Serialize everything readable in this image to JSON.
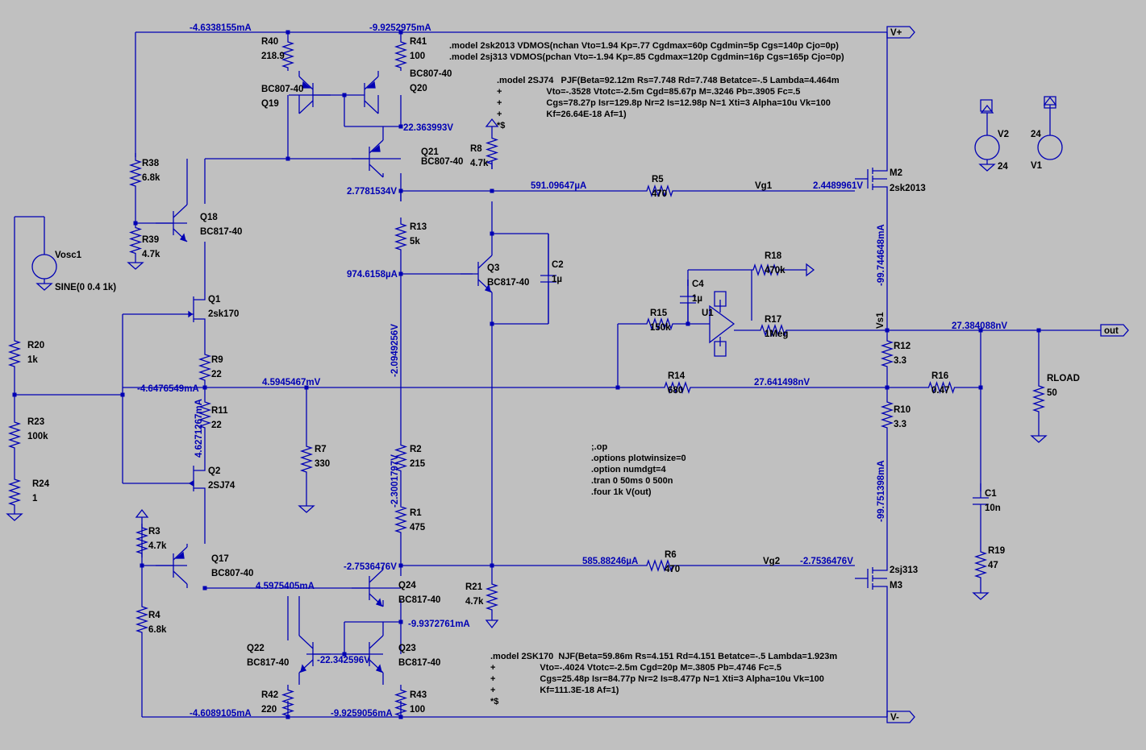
{
  "labels": {
    "vplus": "V+",
    "vminus": "V-",
    "out": "out",
    "vg1": "Vg1",
    "vg2": "Vg2",
    "vs1": "Vs1"
  },
  "components": [
    {
      "ref": "R40",
      "value": "218.9"
    },
    {
      "ref": "R41",
      "value": "100"
    },
    {
      "ref": "Q19",
      "value": "BC807-40"
    },
    {
      "ref": "Q20",
      "value": "BC807-40"
    },
    {
      "ref": "Q21",
      "value": "BC807-40"
    },
    {
      "ref": "R38",
      "value": "6.8k"
    },
    {
      "ref": "R39",
      "value": "4.7k"
    },
    {
      "ref": "Q18",
      "value": "BC817-40"
    },
    {
      "ref": "R8",
      "value": "4.7k"
    },
    {
      "ref": "R5",
      "value": "470"
    },
    {
      "ref": "M2",
      "value": "2sk2013"
    },
    {
      "ref": "V2",
      "value": "24"
    },
    {
      "ref": "V1",
      "value": "24"
    },
    {
      "ref": "Vosc1",
      "value": "SINE(0 0.4 1k)"
    },
    {
      "ref": "R13",
      "value": "5k"
    },
    {
      "ref": "Q3",
      "value": "BC817-40"
    },
    {
      "ref": "C2",
      "value": "1µ"
    },
    {
      "ref": "R18",
      "value": "470k"
    },
    {
      "ref": "C4",
      "value": "1µ"
    },
    {
      "ref": "U1",
      "value": ""
    },
    {
      "ref": "Q1",
      "value": "2sk170"
    },
    {
      "ref": "R15",
      "value": "150k"
    },
    {
      "ref": "R17",
      "value": "1Meg"
    },
    {
      "ref": "R20",
      "value": "1k"
    },
    {
      "ref": "R9",
      "value": "22"
    },
    {
      "ref": "R12",
      "value": "3.3"
    },
    {
      "ref": "R14",
      "value": "680"
    },
    {
      "ref": "R16",
      "value": "0.47"
    },
    {
      "ref": "RLOAD",
      "value": "50"
    },
    {
      "ref": "R11",
      "value": "22"
    },
    {
      "ref": "R10",
      "value": "3.3"
    },
    {
      "ref": "R23",
      "value": "100k"
    },
    {
      "ref": "R7",
      "value": "330"
    },
    {
      "ref": "R2",
      "value": "215"
    },
    {
      "ref": "Q2",
      "value": "2SJ74"
    },
    {
      "ref": "R24",
      "value": "1"
    },
    {
      "ref": "C1",
      "value": "10n"
    },
    {
      "ref": "R1",
      "value": "475"
    },
    {
      "ref": "R3",
      "value": "4.7k"
    },
    {
      "ref": "Q17",
      "value": "BC807-40"
    },
    {
      "ref": "R19",
      "value": "47"
    },
    {
      "ref": "R6",
      "value": "470"
    },
    {
      "ref": "M3",
      "value": "2sj313"
    },
    {
      "ref": "Q24",
      "value": "BC817-40"
    },
    {
      "ref": "R21",
      "value": "4.7k"
    },
    {
      "ref": "R4",
      "value": "6.8k"
    },
    {
      "ref": "Q22",
      "value": "BC817-40"
    },
    {
      "ref": "Q23",
      "value": "BC817-40"
    },
    {
      "ref": "R42",
      "value": "220"
    },
    {
      "ref": "R43",
      "value": "100"
    }
  ],
  "annotations": [
    "-4.6338155mA",
    "-9.9252975mA",
    "22.363993V",
    "2.7781534V",
    "591.09647µA",
    "2.4489961V",
    "-99.744648mA",
    "974.6158µA",
    "-2.0949256V",
    "-4.6476549mA",
    "4.5945467mV",
    "27.384088nV",
    "27.641498nV",
    "4.6271267mA",
    "-2.3001797V",
    "-99.751398mA",
    "-2.7536476V",
    "585.88246µA",
    "-2.7536476V",
    "4.5975405mA",
    "-9.9372761mA",
    "-22.342596V",
    "-4.6089105mA",
    "-9.9259056mA"
  ],
  "directives": {
    "vdmos": [
      ".model 2sk2013 VDMOS(nchan Vto=1.94 Kp=.77 Cgdmax=60p Cgdmin=5p Cgs=140p Cjo=0p)",
      ".model 2sj313 VDMOS(pchan Vto=-1.94 Kp=.85 Cgdmax=120p Cgdmin=16p Cgs=165p Cjo=0p)"
    ],
    "sj74": [
      ".model 2SJ74   PJF(Beta=92.12m Rs=7.748 Rd=7.748 Betatce=-.5 Lambda=4.464m",
      "+                  Vto=-.3528 Vtotc=-2.5m Cgd=85.67p M=.3246 Pb=.3905 Fc=.5",
      "+                  Cgs=78.27p Isr=129.8p Nr=2 Is=12.98p N=1 Xti=3 Alpha=10u Vk=100",
      "+                  Kf=26.64E-18 Af=1)",
      "*$"
    ],
    "sim": [
      ";.op",
      ".options plotwinsize=0",
      ".option numdgt=4",
      ".tran 0 50ms 0 500n",
      ".four 1k V(out)"
    ],
    "sk170": [
      ".model 2SK170  NJF(Beta=59.86m Rs=4.151 Rd=4.151 Betatce=-.5 Lambda=1.923m",
      "+                  Vto=-.4024 Vtotc=-2.5m Cgd=20p M=.3805 Pb=.4746 Fc=.5",
      "+                  Cgs=25.48p Isr=84.77p Nr=2 Is=8.477p N=1 Xti=3 Alpha=10u Vk=100",
      "+                  Kf=111.3E-18 Af=1)",
      "*$"
    ]
  }
}
